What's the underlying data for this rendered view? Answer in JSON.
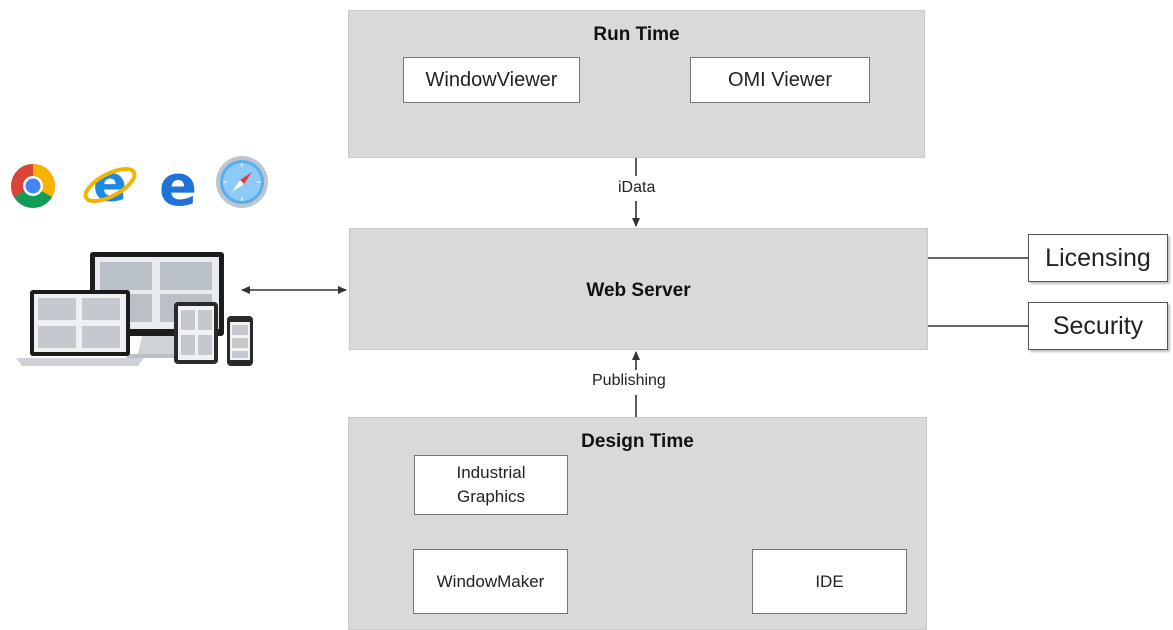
{
  "panels": {
    "run_time": {
      "title": "Run Time",
      "window_viewer": "WindowViewer",
      "omi_viewer": "OMI Viewer"
    },
    "web_server": {
      "title": "Web Server"
    },
    "design_time": {
      "title": "Design Time",
      "industrial_graphics": "Industrial Graphics",
      "window_maker": "WindowMaker",
      "ide": "IDE"
    }
  },
  "edges": {
    "idata": "iData",
    "publishing": "Publishing"
  },
  "side_boxes": {
    "licensing": "Licensing",
    "security": "Security"
  },
  "icons": [
    "chrome-browser-icon",
    "ie-browser-icon",
    "edge-browser-icon",
    "safari-browser-icon",
    "devices-icon"
  ],
  "colors": {
    "panel_fill": "#d9d9d9",
    "box_fill": "#ffffff",
    "line": "#333333"
  }
}
